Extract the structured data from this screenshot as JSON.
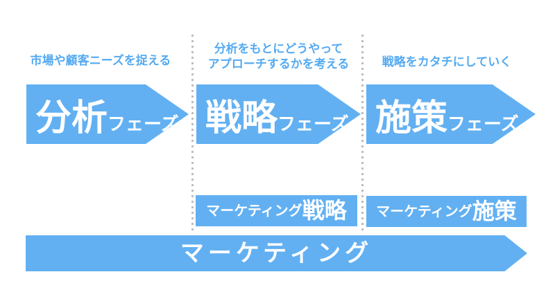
{
  "phases": [
    {
      "caption_lines": [
        "市場や顧客ニーズを捉える"
      ],
      "name": "分析",
      "suffix": "フェーズ"
    },
    {
      "caption_lines": [
        "分析をもとにどうやって",
        "アプローチするかを考える"
      ],
      "name": "戦略",
      "suffix": "フェーズ"
    },
    {
      "caption_lines": [
        "戦略をカタチにしていく"
      ],
      "name": "施策",
      "suffix": "フェーズ"
    }
  ],
  "marketing_labels": [
    {
      "prefix": "マーケティング",
      "emphasis": "戦略"
    },
    {
      "prefix": "マーケティング",
      "emphasis": "施策"
    }
  ],
  "baseline_arrow": {
    "label": "マーケティング"
  },
  "colors": {
    "arrow_blue": "#62b0f2",
    "caption_blue": "#55aaf0",
    "divider_gray": "#bdbdbd",
    "text_white": "#ffffff",
    "background": "#ffffff"
  }
}
